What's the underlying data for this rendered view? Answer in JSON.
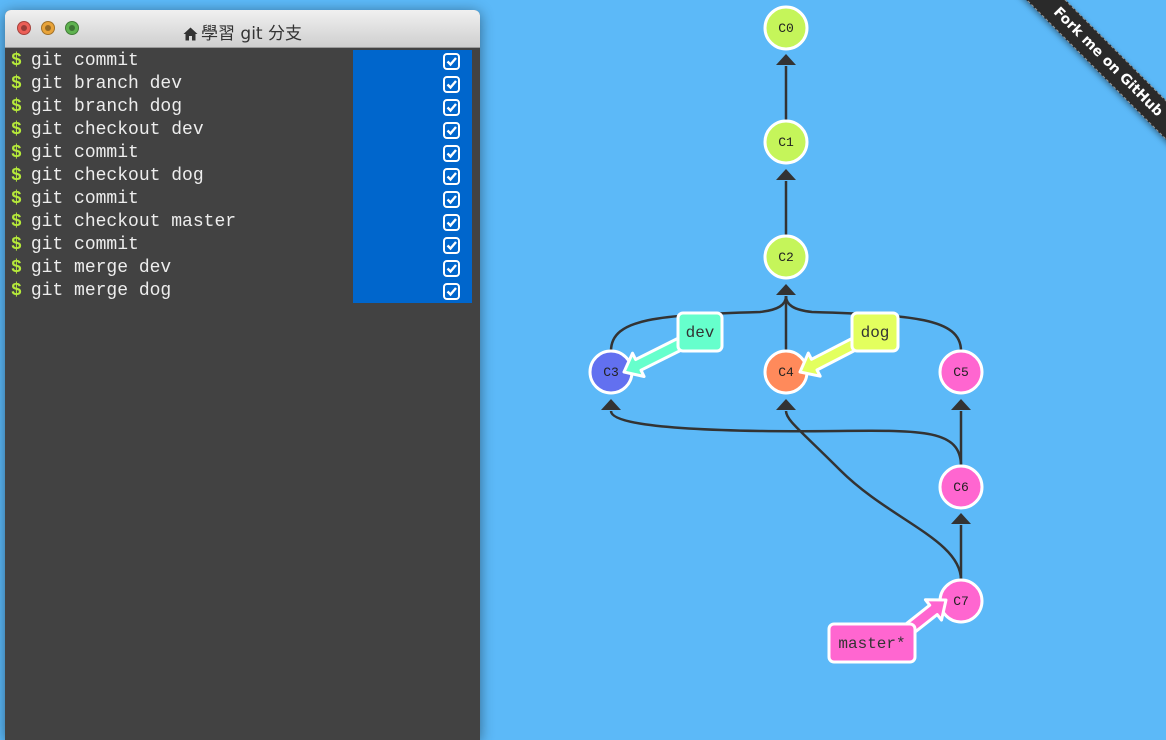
{
  "window": {
    "title": "學習 git 分支",
    "icon": "home-icon"
  },
  "commands": [
    {
      "prompt": "$",
      "text": "git commit",
      "done": true
    },
    {
      "prompt": "$",
      "text": "git branch dev",
      "done": true
    },
    {
      "prompt": "$",
      "text": "git branch dog",
      "done": true
    },
    {
      "prompt": "$",
      "text": "git checkout dev",
      "done": true
    },
    {
      "prompt": "$",
      "text": "git commit",
      "done": true
    },
    {
      "prompt": "$",
      "text": "git checkout dog",
      "done": true
    },
    {
      "prompt": "$",
      "text": "git commit",
      "done": true
    },
    {
      "prompt": "$",
      "text": "git checkout master",
      "done": true
    },
    {
      "prompt": "$",
      "text": "git commit",
      "done": true
    },
    {
      "prompt": "$",
      "text": "git merge dev",
      "done": true
    },
    {
      "prompt": "$",
      "text": "git merge dog",
      "done": true
    }
  ],
  "graph": {
    "commits": [
      {
        "id": "C0",
        "color": "#c5f55a"
      },
      {
        "id": "C1",
        "color": "#c5f55a"
      },
      {
        "id": "C2",
        "color": "#c5f55a"
      },
      {
        "id": "C3",
        "color": "#6270f0"
      },
      {
        "id": "C4",
        "color": "#ff8a5b"
      },
      {
        "id": "C5",
        "color": "#ff66d0"
      },
      {
        "id": "C6",
        "color": "#ff66d0"
      },
      {
        "id": "C7",
        "color": "#ff66d0"
      }
    ],
    "branches": [
      {
        "name": "dev",
        "color": "#66ffcc"
      },
      {
        "name": "dog",
        "color": "#e3ff5e"
      },
      {
        "name": "master*",
        "color": "#ff66d0"
      }
    ]
  },
  "ribbon": {
    "text": "Fork me on GitHub"
  }
}
